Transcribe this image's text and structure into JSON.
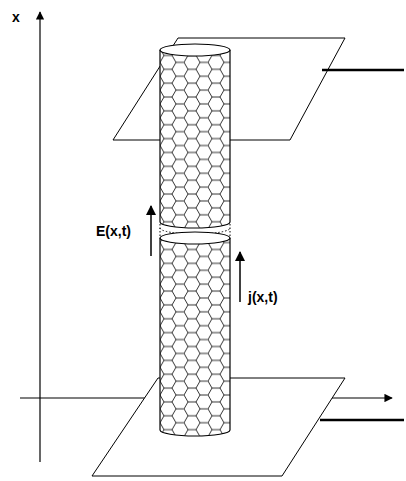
{
  "diagram": {
    "labels": [
      "x",
      "E(x,t)",
      "j(x,t)"
    ]
  }
}
